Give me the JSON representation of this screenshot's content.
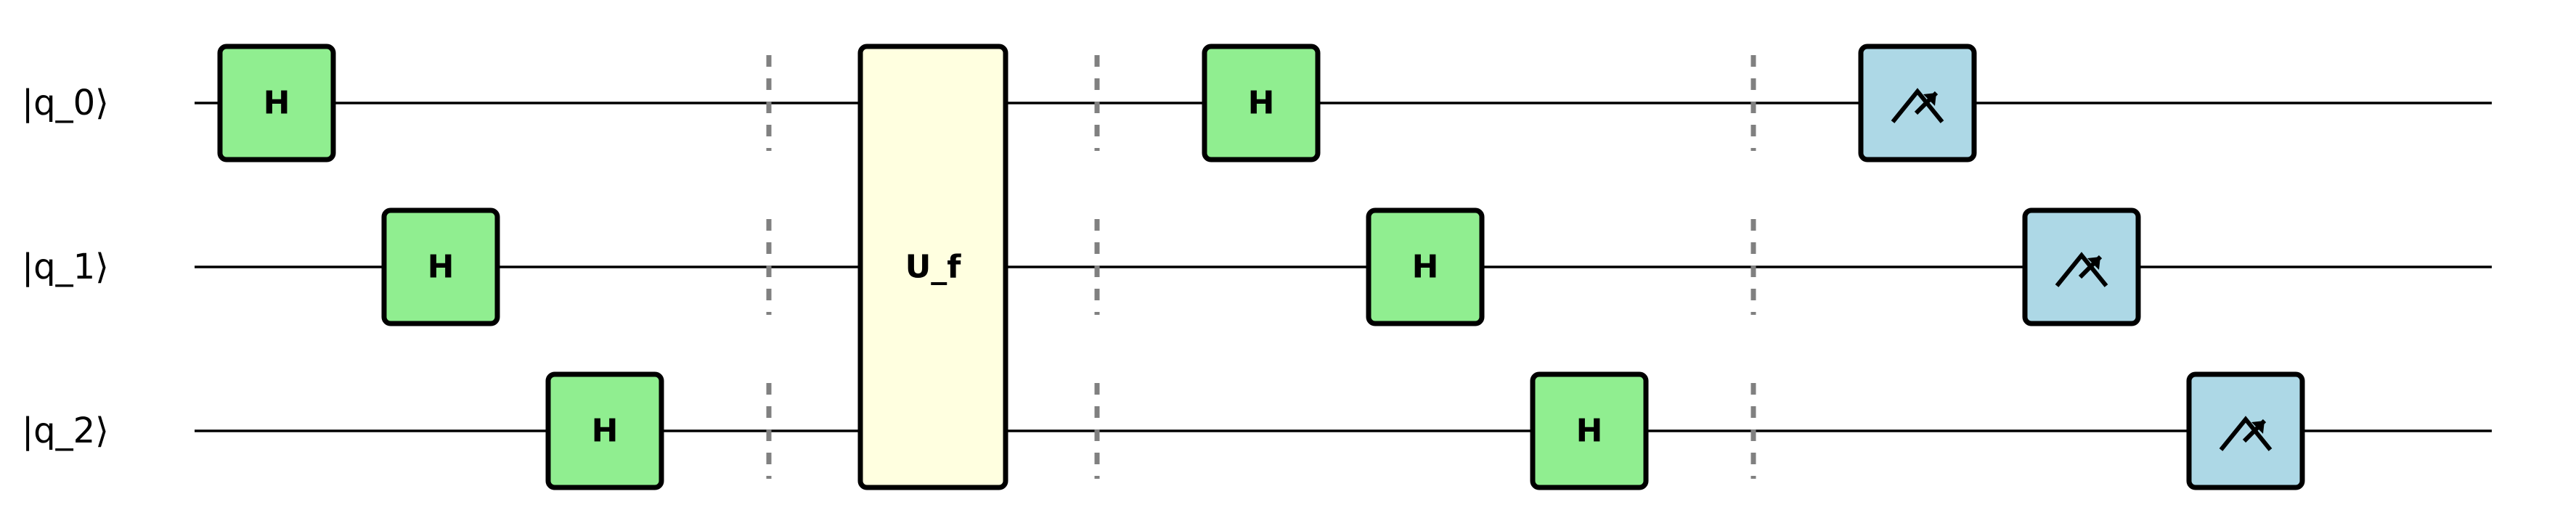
{
  "qubits": [
    "|q_0⟩",
    "|q_1⟩",
    "|q_2⟩"
  ],
  "colors": {
    "h_gate": "#90EE90",
    "oracle_gate": "#FFFFE0",
    "measure_gate": "#ADD8E6",
    "barrier": "#808080",
    "wire": "#000000"
  },
  "gates": [
    {
      "type": "H",
      "qubit": 0,
      "label": "H",
      "step": 0
    },
    {
      "type": "H",
      "qubit": 1,
      "label": "H",
      "step": 1
    },
    {
      "type": "H",
      "qubit": 2,
      "label": "H",
      "step": 2
    },
    {
      "type": "U",
      "qubits": [
        0,
        1,
        2
      ],
      "label": "U_f",
      "step": 4
    },
    {
      "type": "H",
      "qubit": 0,
      "label": "H",
      "step": 6
    },
    {
      "type": "H",
      "qubit": 1,
      "label": "H",
      "step": 7
    },
    {
      "type": "H",
      "qubit": 2,
      "label": "H",
      "step": 8
    },
    {
      "type": "measure",
      "qubit": 0,
      "icon": "measure-meter-icon",
      "step": 10
    },
    {
      "type": "measure",
      "qubit": 1,
      "icon": "measure-meter-icon",
      "step": 11
    },
    {
      "type": "measure",
      "qubit": 2,
      "icon": "measure-meter-icon",
      "step": 12
    }
  ],
  "barriers": [
    {
      "step": 3
    },
    {
      "step": 5
    },
    {
      "step": 9
    }
  ]
}
